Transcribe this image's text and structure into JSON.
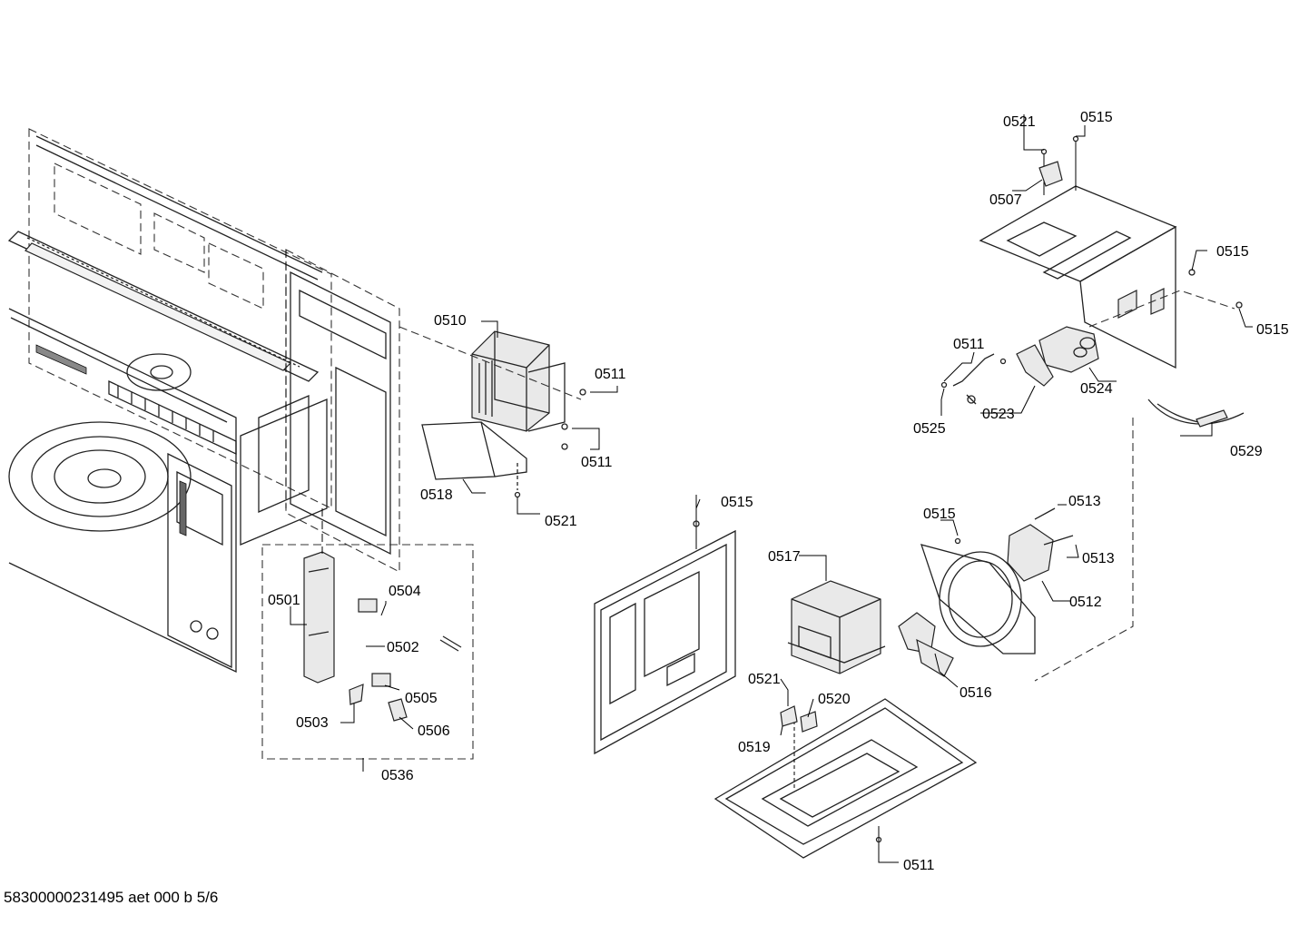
{
  "drawing": {
    "footer": "58300000231495 aet 000 b 5/6",
    "callouts": [
      {
        "id": "c0501",
        "text": "0501"
      },
      {
        "id": "c0502",
        "text": "0502"
      },
      {
        "id": "c0503",
        "text": "0503"
      },
      {
        "id": "c0504",
        "text": "0504"
      },
      {
        "id": "c0505",
        "text": "0505"
      },
      {
        "id": "c0506",
        "text": "0506"
      },
      {
        "id": "c0507",
        "text": "0507"
      },
      {
        "id": "c0510",
        "text": "0510"
      },
      {
        "id": "c0511a",
        "text": "0511"
      },
      {
        "id": "c0511b",
        "text": "0511"
      },
      {
        "id": "c0511c",
        "text": "0511"
      },
      {
        "id": "c0511d",
        "text": "0511"
      },
      {
        "id": "c0512",
        "text": "0512"
      },
      {
        "id": "c0513a",
        "text": "0513"
      },
      {
        "id": "c0513b",
        "text": "0513"
      },
      {
        "id": "c0515a",
        "text": "0515"
      },
      {
        "id": "c0515b",
        "text": "0515"
      },
      {
        "id": "c0515c",
        "text": "0515"
      },
      {
        "id": "c0515d",
        "text": "0515"
      },
      {
        "id": "c0515e",
        "text": "0515"
      },
      {
        "id": "c0516",
        "text": "0516"
      },
      {
        "id": "c0517",
        "text": "0517"
      },
      {
        "id": "c0518",
        "text": "0518"
      },
      {
        "id": "c0519",
        "text": "0519"
      },
      {
        "id": "c0520",
        "text": "0520"
      },
      {
        "id": "c0521a",
        "text": "0521"
      },
      {
        "id": "c0521b",
        "text": "0521"
      },
      {
        "id": "c0521c",
        "text": "0521"
      },
      {
        "id": "c0523",
        "text": "0523"
      },
      {
        "id": "c0524",
        "text": "0524"
      },
      {
        "id": "c0525",
        "text": "0525"
      },
      {
        "id": "c0529",
        "text": "0529"
      },
      {
        "id": "c0536",
        "text": "0536"
      }
    ]
  }
}
